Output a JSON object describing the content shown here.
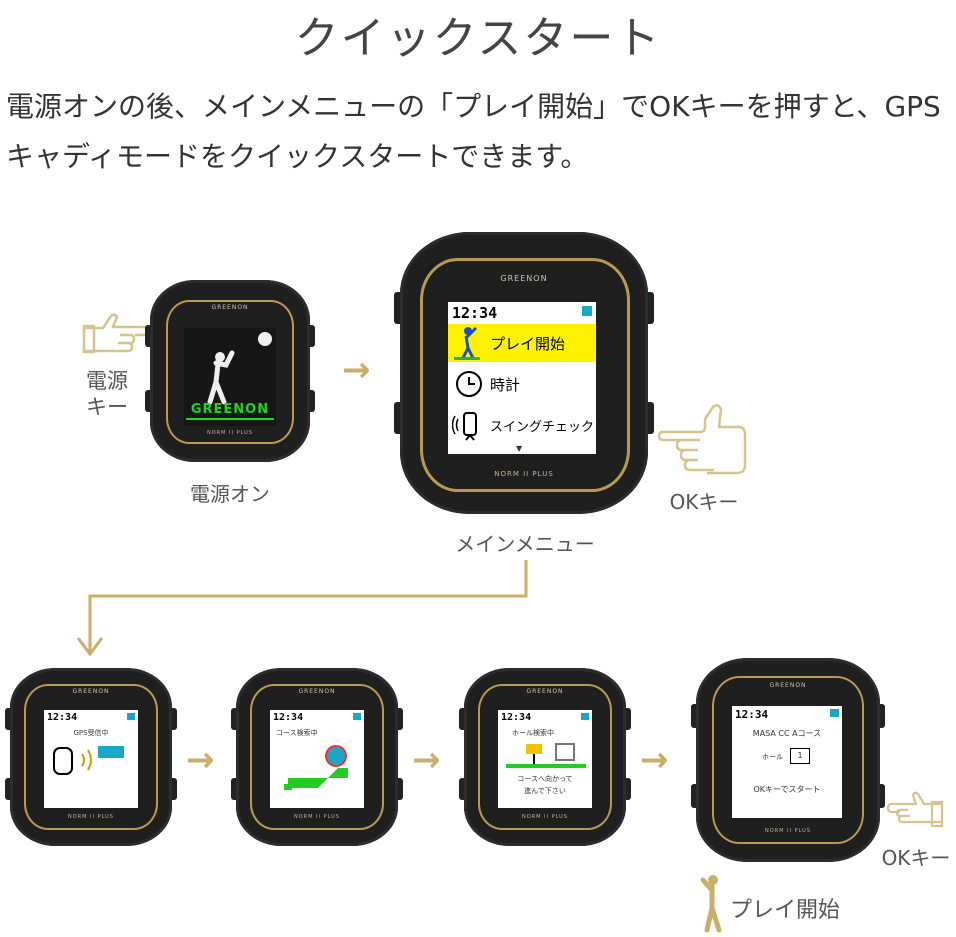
{
  "title": "クイックスタート",
  "description": "電源オンの後、メインメニューの「プレイ開始」でOKキーを押すと、GPSキャディモードをクイックスタートできます。",
  "labels": {
    "power_key": "電源\nキー",
    "power_on": "電源オン",
    "main_menu": "メインメニュー",
    "ok_key_1": "OKキー",
    "ok_key_2": "OKキー",
    "play_start": "プレイ開始"
  },
  "watch": {
    "brand": "GREENON",
    "model": "NORM II PLUS"
  },
  "screens": {
    "power_on": {
      "logo": "GREENON"
    },
    "menu": {
      "time": "12:34",
      "items": [
        "プレイ開始",
        "時計",
        "スイングチェック"
      ]
    },
    "gps": {
      "time": "12:34",
      "text": "GPS受信中"
    },
    "course_search": {
      "time": "12:34",
      "text": "コース検索中"
    },
    "hole_search": {
      "time": "12:34",
      "text1": "ホール検索中",
      "text2": "コースへ向かって",
      "text3": "進んで下さい"
    },
    "start": {
      "time": "12:34",
      "course": "MASA CC Aコース",
      "hole_label": "ホール",
      "hole": "1",
      "ok_text": "OKキーでスタート"
    }
  },
  "colors": {
    "gold": "#c8b06a",
    "highlight": "#fff200",
    "battery": "#1aa7c7",
    "logo_green": "#22d422"
  },
  "icons": [
    "pointing-hand-icon",
    "arrow-right-icon",
    "arrow-down-icon",
    "golfer-icon",
    "clock-icon",
    "swing-icon",
    "gps-signal-icon",
    "flag-icon"
  ]
}
